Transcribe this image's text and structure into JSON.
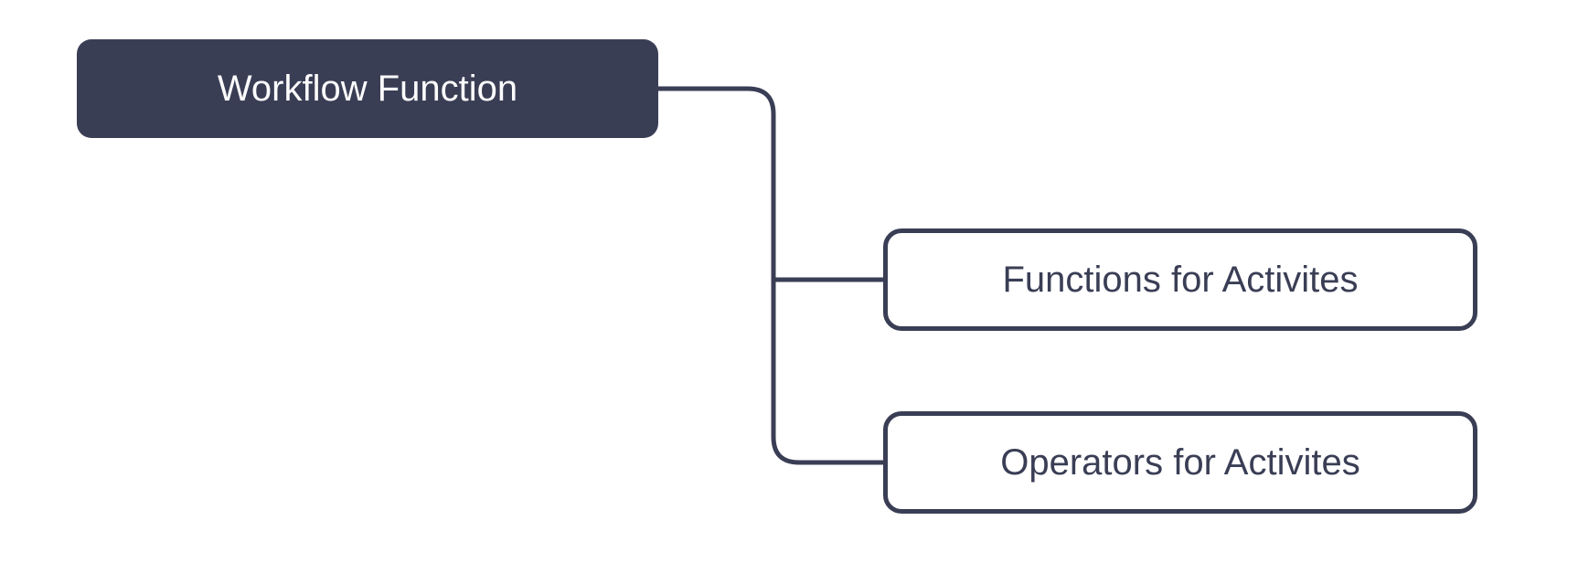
{
  "mindmap": {
    "root": {
      "label": "Workflow Function"
    },
    "children": [
      {
        "label": "Functions for Activites"
      },
      {
        "label": "Operators for Activites"
      }
    ],
    "edges": [
      {
        "from": "Workflow Function",
        "to": "Functions for Activites"
      },
      {
        "from": "Workflow Function",
        "to": "Operators for Activites"
      }
    ]
  },
  "colors": {
    "ink": "#3A3E55",
    "node_fill": "#3A3E55",
    "node_text_light": "#FCFCFD",
    "node_text_dark": "#3A3E55",
    "background": "#FFFFFF"
  }
}
